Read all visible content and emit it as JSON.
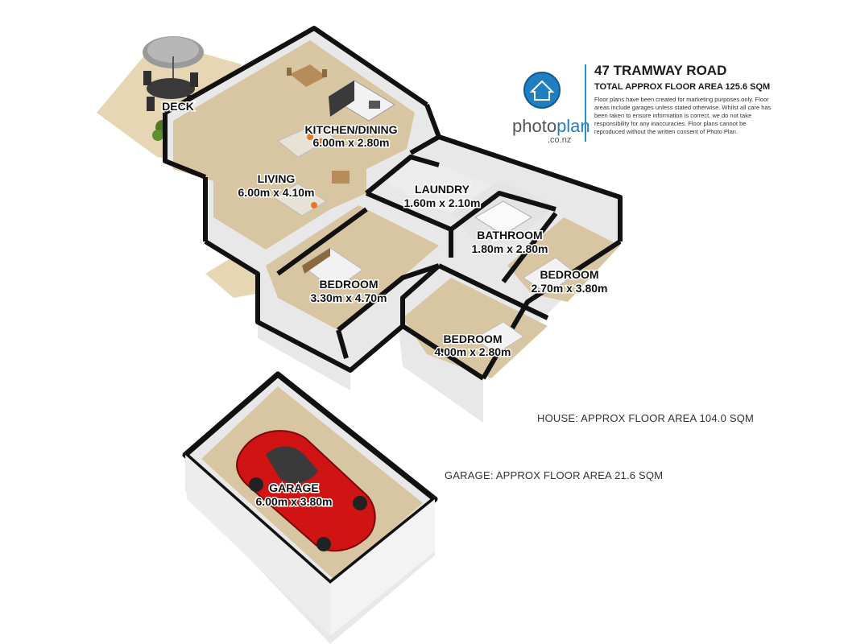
{
  "header": {
    "title": "47 TRAMWAY ROAD",
    "subtitle": "TOTAL APPROX FLOOR AREA 125.6 SQM",
    "disclaimer": "Floor plans have been created for marketing purposes only. Floor areas include garages unless stated otherwise. Whilst all care has been taken to ensure information is correct, we do not take responsibility for any inaccuracies. Floor plans cannot be reproduced without the written consent of Photo Plan."
  },
  "brand": {
    "name_part1": "photo",
    "name_part2": "plan",
    "domain": ".co.nz",
    "accent_color": "#1f7fc0"
  },
  "rooms": {
    "deck": {
      "name": "DECK"
    },
    "kitchen": {
      "name": "KITCHEN/DINING",
      "size": "6.00m x 2.80m"
    },
    "living": {
      "name": "LIVING",
      "size": "6.00m x 4.10m"
    },
    "laundry": {
      "name": "LAUNDRY",
      "size": "1.60m x 2.10m"
    },
    "bathroom": {
      "name": "BATHROOM",
      "size": "1.80m x 2.80m"
    },
    "bedroom1": {
      "name": "BEDROOM",
      "size": "3.30m x 4.70m"
    },
    "bedroom2": {
      "name": "BEDROOM",
      "size": "2.70m x 3.80m"
    },
    "bedroom3": {
      "name": "BEDROOM",
      "size": "4.00m x 2.80m"
    },
    "garage": {
      "name": "GARAGE",
      "size": "6.00m x 3.80m"
    }
  },
  "areas": {
    "house": "HOUSE: APPROX FLOOR AREA 104.0 SQM",
    "garage": "GARAGE: APPROX FLOOR AREA 21.6 SQM"
  },
  "colors": {
    "floor": "#d8c6a2",
    "wall_top": "#111111",
    "wall_side": "#e6e6e6",
    "car": "#d01414"
  }
}
